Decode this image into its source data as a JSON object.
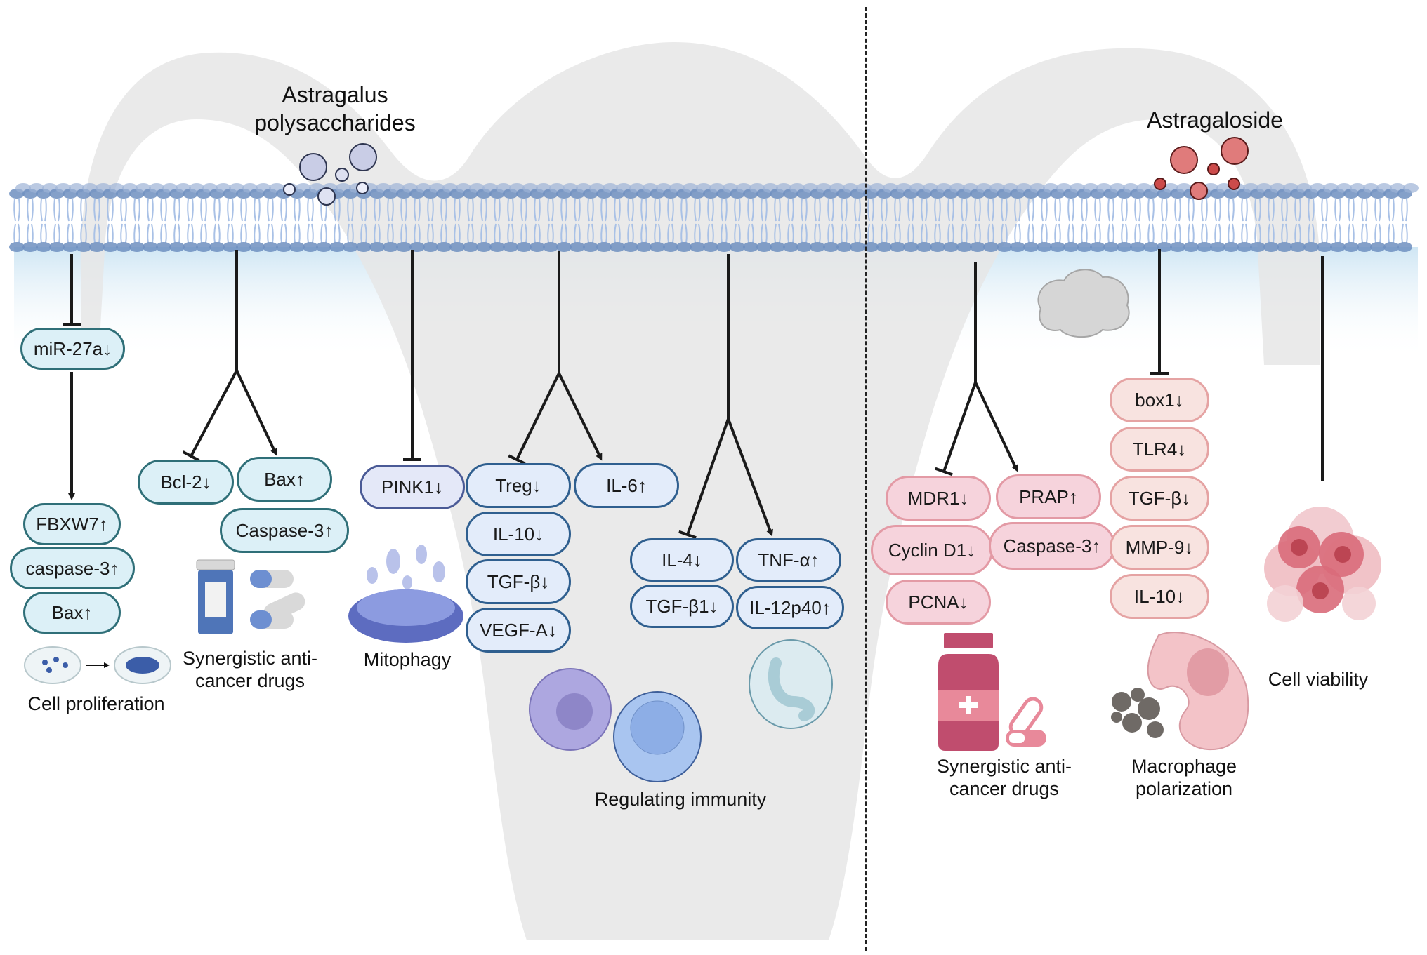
{
  "left_panel": {
    "compound_title": [
      "Astragalus",
      "polysaccharides"
    ],
    "pathways": [
      {
        "id": "proliferation",
        "first": {
          "label": "miR-27a↓",
          "relation": "inhibit"
        },
        "targets": [
          "FBXW7↑",
          "caspase-3↑",
          "Bax↑"
        ],
        "outcome": [
          "Cell proliferation"
        ]
      },
      {
        "id": "drugs",
        "inhibited": [
          "Bcl-2↓"
        ],
        "promoted": [
          "Bax↑",
          "Caspase-3↑"
        ],
        "outcome": [
          "Synergistic anti-",
          "cancer drugs"
        ]
      },
      {
        "id": "mitophagy",
        "inhibited": [
          "PINK1↓"
        ],
        "outcome": [
          "Mitophagy"
        ]
      },
      {
        "id": "immunity-a",
        "inhibited": [
          "Treg↓",
          "IL-10↓",
          "TGF-β↓",
          "VEGF-A↓"
        ],
        "promoted": [
          "IL-6↑"
        ]
      },
      {
        "id": "immunity-b",
        "inhibited": [
          "IL-4↓",
          "TGF-β1↓"
        ],
        "promoted": [
          "TNF-α↑",
          "IL-12p40↑"
        ],
        "outcome": [
          "Regulating immunity"
        ]
      }
    ]
  },
  "right_panel": {
    "compound_title": [
      "Astragaloside"
    ],
    "pathways": [
      {
        "id": "drugs-r",
        "inhibited": [
          "MDR1↓",
          "Cyclin D1↓",
          "PCNA↓"
        ],
        "promoted": [
          "PRAP↑",
          "Caspase-3↑"
        ],
        "outcome": [
          "Synergistic anti-",
          "cancer drugs"
        ]
      },
      {
        "id": "macrophage",
        "inhibited": [
          "box1↓",
          "TLR4↓",
          "TGF-β↓",
          "MMP-9↓",
          "IL-10↓"
        ],
        "outcome": [
          "Macrophage",
          "polarization"
        ]
      },
      {
        "id": "viability",
        "outcome": [
          "Cell viability"
        ]
      }
    ]
  },
  "icons": {
    "compound_particles_left": "polysaccharide-particles-icon",
    "compound_particles_right": "astragaloside-particles-icon",
    "membrane": "lipid-bilayer-icon",
    "uterus": "uterus-silhouette-icon"
  },
  "colors": {
    "teal_fill": "#dcf0f7",
    "teal_border": "#2f6f78",
    "blue_fill": "#e3ecfa",
    "blue_border": "#2f5f8f",
    "pink_fill": "#f6d3dc",
    "pink_border": "#e39aa5",
    "peach_fill": "#f8e3e0",
    "peach_border": "#e5a3a3",
    "membrane_head": "#6f8fc0",
    "uterus": "#ebebeb"
  }
}
